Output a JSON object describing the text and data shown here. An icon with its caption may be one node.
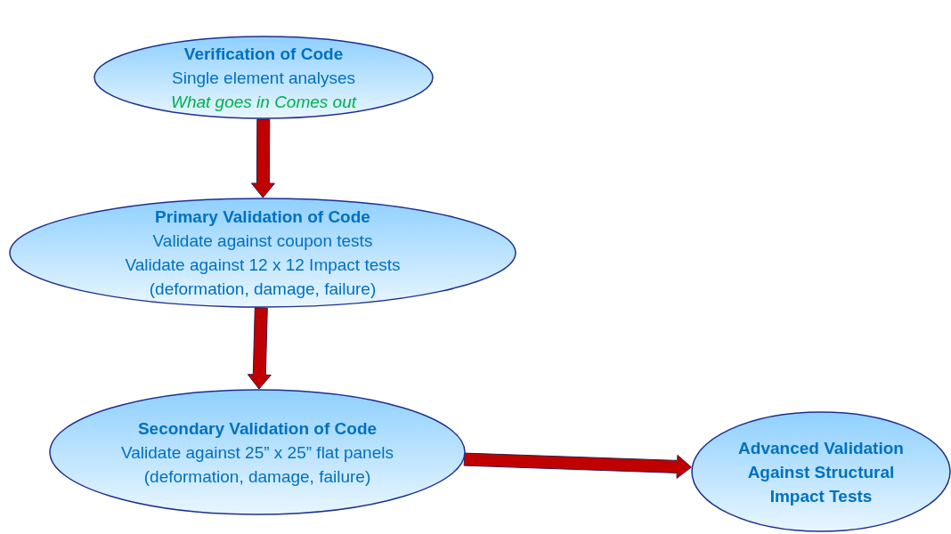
{
  "diagram": {
    "nodes": [
      {
        "text": [
          "Verification of Code",
          "Single element analyses",
          "What goes in Comes out"
        ]
      },
      {
        "text": [
          "Primary Validation of Code",
          "Validate against coupon tests",
          "Validate against 12 x 12 Impact tests",
          "(deformation, damage, failure)"
        ]
      },
      {
        "text": [
          "Secondary Validation of Code",
          "Validate against 25” x 25” flat panels",
          "(deformation, damage, failure)"
        ]
      },
      {
        "text": [
          "Advanced Validation Against Structural Impact Tests"
        ]
      }
    ],
    "edges": [
      {
        "from": 0,
        "to": 1,
        "arrow": "to"
      },
      {
        "from": 1,
        "to": 2,
        "arrow": "to"
      },
      {
        "from": 2,
        "to": 3,
        "arrow": "to"
      }
    ]
  }
}
